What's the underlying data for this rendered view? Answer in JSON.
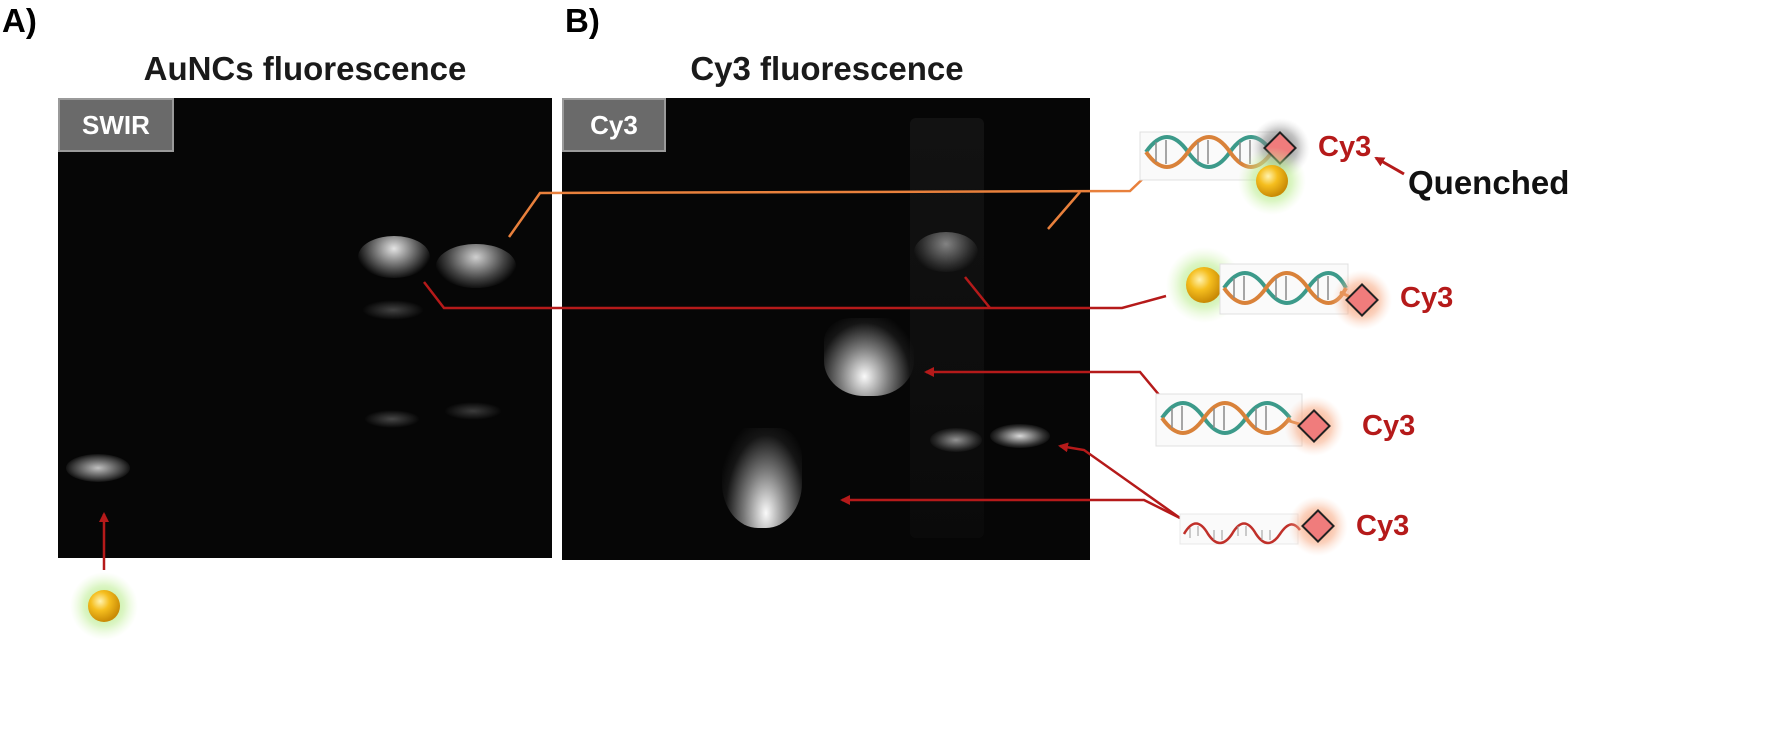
{
  "panels": [
    {
      "letter": "A)",
      "title": "AuNCs fluorescence",
      "tag": "SWIR"
    },
    {
      "letter": "B)",
      "title": "Cy3 fluorescence",
      "tag": "Cy3"
    }
  ],
  "legend": {
    "cy3_label": "Cy3",
    "quenched_label": "Quenched"
  },
  "colors": {
    "gel_background": "#060606",
    "orange_line": "#e8803c",
    "red_line": "#b51a1a",
    "nanocluster": "#f2b21a",
    "cy3_marker": "#f07c7c"
  },
  "icons": [
    "gold-nanocluster-icon",
    "dsdna-helix-icon",
    "ssdna-strand-icon",
    "cy3-diamond-icon"
  ]
}
